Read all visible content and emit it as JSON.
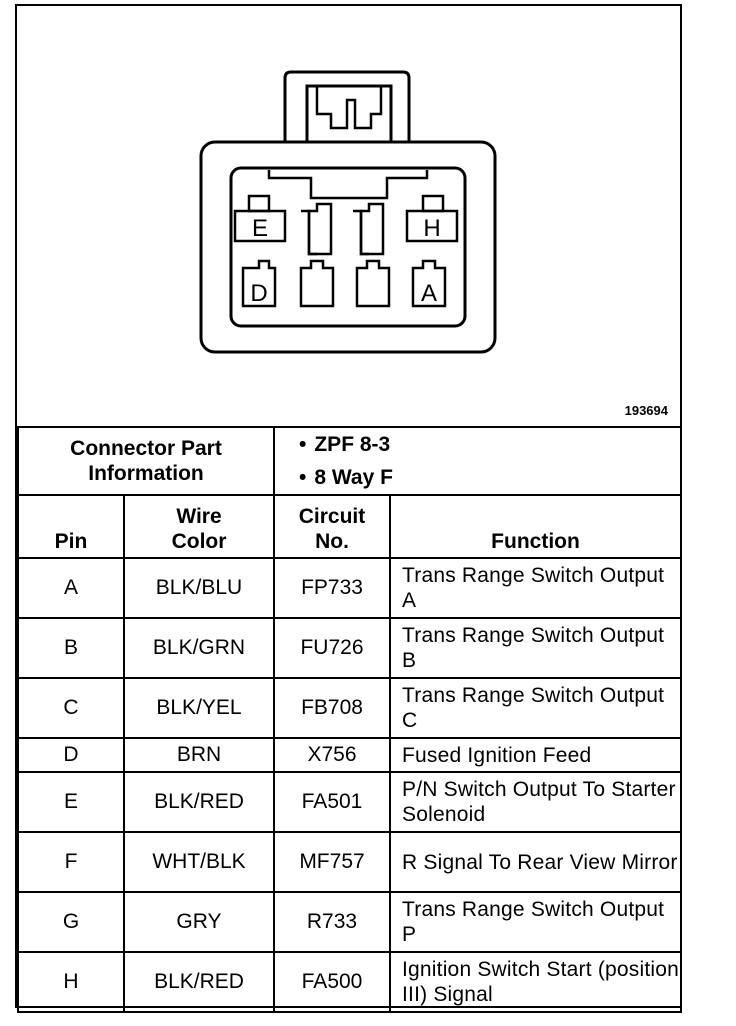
{
  "figure_id": "193694",
  "pin_letters": [
    "E",
    "H",
    "D",
    "A"
  ],
  "connector_info": {
    "label": "Connector Part Information",
    "items": [
      "ZPF 8-3",
      "8 Way F"
    ]
  },
  "headers": {
    "pin": "Pin",
    "wire_color": "Wire Color",
    "circuit_no": "Circuit No.",
    "function": "Function"
  },
  "rows": [
    {
      "pin": "A",
      "wire": "BLK/BLU",
      "circuit": "FP733",
      "function": "Trans Range Switch Output A"
    },
    {
      "pin": "B",
      "wire": "BLK/GRN",
      "circuit": "FU726",
      "function": "Trans Range Switch Output B"
    },
    {
      "pin": "C",
      "wire": "BLK/YEL",
      "circuit": "FB708",
      "function": "Trans Range Switch Output C"
    },
    {
      "pin": "D",
      "wire": "BRN",
      "circuit": "X756",
      "function": "Fused Ignition Feed"
    },
    {
      "pin": "E",
      "wire": "BLK/RED",
      "circuit": "FA501",
      "function": "P/N Switch Output To Starter Solenoid"
    },
    {
      "pin": "F",
      "wire": "WHT/BLK",
      "circuit": "MF757",
      "function": "R Signal To Rear View Mirror"
    },
    {
      "pin": "G",
      "wire": "GRY",
      "circuit": "R733",
      "function": "Trans Range Switch Output P"
    },
    {
      "pin": "H",
      "wire": "BLK/RED",
      "circuit": "FA500",
      "function": "Ignition Switch Start (position III) Signal"
    }
  ]
}
